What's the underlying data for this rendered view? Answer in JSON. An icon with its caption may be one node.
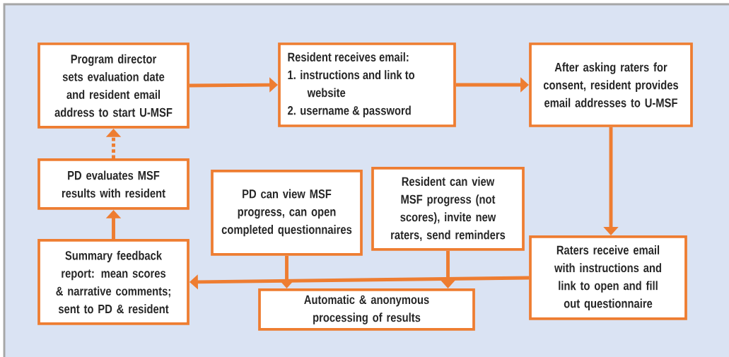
{
  "diagram": {
    "nodes": [
      {
        "text": [
          "Program director sets evaluation date and resident email address to start U-MSF"
        ]
      },
      {
        "text": [
          "Resident receives email:",
          "1. instructions and link to website",
          "2. username & password"
        ]
      },
      {
        "text": [
          "After asking raters for consent, resident provides email addresses to U-MSF"
        ]
      },
      {
        "text": [
          "PD evaluates MSF results with resident"
        ]
      },
      {
        "text": [
          "PD can view MSF progress, can open completed questionnaires"
        ]
      },
      {
        "text": [
          "Resident can view MSF progress (not scores), invite new raters, send reminders"
        ]
      },
      {
        "text": [
          "Summary feedback report: mean scores & narrative comments; sent to PD & resident"
        ]
      },
      {
        "text": [
          "Automatic & anonymous processing of results"
        ]
      },
      {
        "text": [
          "Raters receive email with instructions and link to open and fill out questionnaire"
        ]
      }
    ],
    "edges": [
      {
        "from": 0,
        "to": 1,
        "arrow": "to"
      },
      {
        "from": 1,
        "to": 2,
        "arrow": "to"
      },
      {
        "from": 2,
        "to": 8,
        "arrow": "to"
      },
      {
        "from": 8,
        "to": 6,
        "arrow": "to"
      },
      {
        "from": 4,
        "to": 7,
        "arrow": "to"
      },
      {
        "from": 5,
        "to": 7,
        "arrow": "to"
      },
      {
        "from": 6,
        "to": 3,
        "arrow": "to"
      },
      {
        "from": 3,
        "to": 0,
        "arrow": "to",
        "style": "dashed"
      }
    ]
  }
}
